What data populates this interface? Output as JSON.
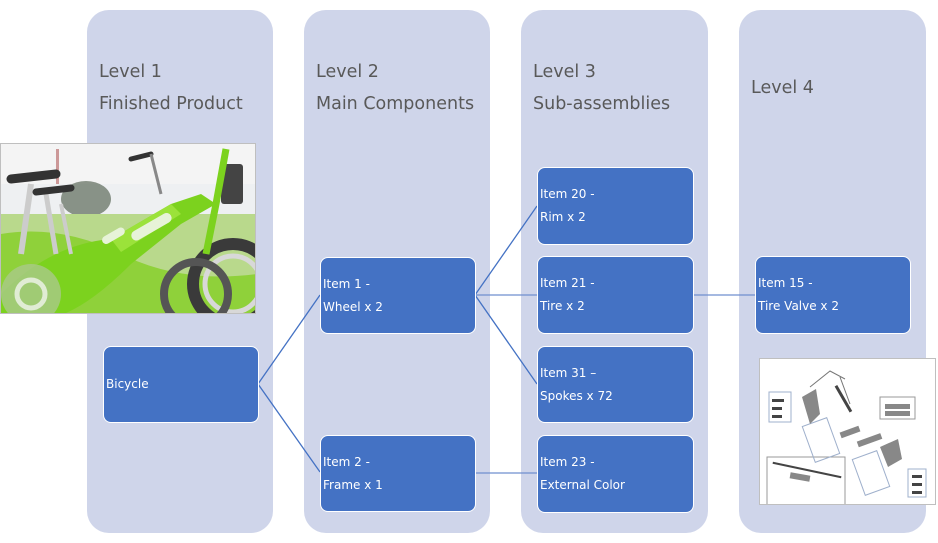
{
  "levels": [
    {
      "label": "Level 1",
      "subtitle": "Finished Product"
    },
    {
      "label": "Level 2",
      "subtitle": "Main Components"
    },
    {
      "label": "Level 3",
      "subtitle": "Sub-assemblies"
    },
    {
      "label": "Level 4",
      "subtitle": ""
    }
  ],
  "nodes": {
    "bicycle": {
      "line1": "Bicycle",
      "line2": ""
    },
    "item1": {
      "line1": "Item 1 -",
      "line2": "Wheel x 2"
    },
    "item2": {
      "line1": "Item 2 -",
      "line2": "Frame x 1"
    },
    "item20": {
      "line1": "Item 20 -",
      "line2": "Rim x 2"
    },
    "item21": {
      "line1": "Item 21 -",
      "line2": "Tire x 2"
    },
    "item31": {
      "line1": "Item 31 –",
      "line2": "Spokes x 72"
    },
    "item23": {
      "line1": "Item 23 -",
      "line2": "External Color"
    },
    "item15": {
      "line1": "Item 15 -",
      "line2": "Tire Valve x 2"
    }
  },
  "images": {
    "bicycles_photo": "green-bicycles-photo",
    "parts_drawing": "brake-parts-exploded-drawing"
  },
  "colors": {
    "lane": "#cfd5ea",
    "node": "#4472c4",
    "connector": "#4472c4",
    "title_text": "#595959"
  }
}
